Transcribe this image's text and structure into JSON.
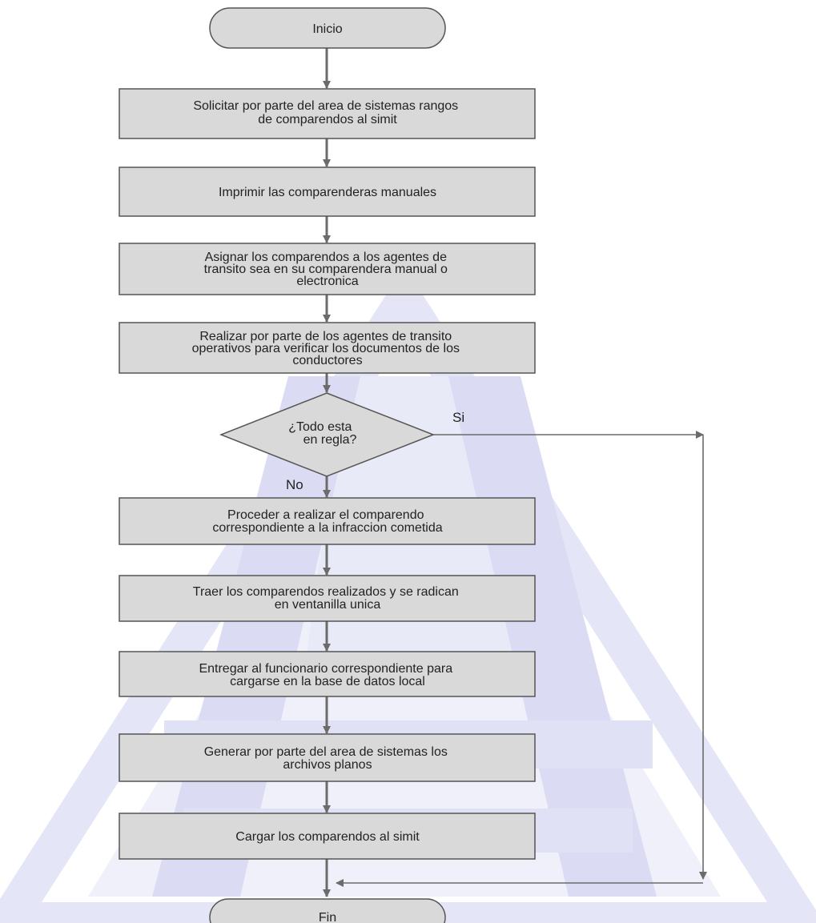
{
  "diagram": {
    "type": "flowchart",
    "colors": {
      "node_fill": "#d9d9d9",
      "node_stroke": "#555555",
      "connector": "#6b6b6b",
      "text": "#222222",
      "watermark": "#5b5ec2"
    },
    "watermark": "faded blue-purple triangular emblem behind the flowchart",
    "nodes": {
      "start": {
        "lines": [
          "Inicio"
        ]
      },
      "step1": {
        "lines": [
          "Solicitar por parte del area de sistemas  rangos",
          "de comparendos al simit"
        ]
      },
      "step2": {
        "lines": [
          "Imprimir las comparenderas manuales"
        ]
      },
      "step3": {
        "lines": [
          "Asignar los comparendos a los agentes de",
          "transito sea en su comparendera manual o",
          "electronica"
        ]
      },
      "step4": {
        "lines": [
          "Realizar por parte de los agentes de transito",
          "operativos para verificar los documentos de los",
          "conductores"
        ]
      },
      "decision": {
        "lines": [
          "¿Todo esta",
          "en regla?"
        ]
      },
      "step5": {
        "lines": [
          "Proceder a realizar el comparendo",
          "correspondiente a la infraccion cometida"
        ]
      },
      "step6": {
        "lines": [
          "Traer los comparendos realizados y se radican",
          "en ventanilla unica"
        ]
      },
      "step7": {
        "lines": [
          "Entregar  al funcionario correspondiente para",
          "cargarse en la base de datos local"
        ]
      },
      "step8": {
        "lines": [
          "Generar por parte del area de sistemas los",
          "archivos planos"
        ]
      },
      "step9": {
        "lines": [
          "Cargar los comparendos al simit"
        ]
      },
      "end": {
        "lines": [
          "Fin"
        ]
      }
    },
    "edge_labels": {
      "yes": "Si",
      "no": "No"
    }
  }
}
